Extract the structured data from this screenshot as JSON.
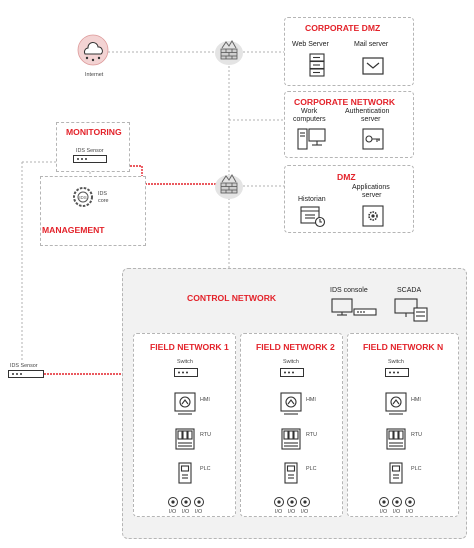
{
  "zones": {
    "corporate_dmz": "CORPORATE DMZ",
    "corporate_network": "CORPORATE NETWORK",
    "dmz": "DMZ",
    "monitoring": "MONITORING",
    "management": "MANAGEMENT",
    "control_network": "CONTROL NETWORK",
    "field1": "FIELD NETWORK 1",
    "field2": "FIELD NETWORK 2",
    "fieldN": "FIELD NETWORK N"
  },
  "nodes": {
    "internet": "Internet",
    "web_server": "Web Server",
    "mail_server": "Mail server",
    "work_computers": [
      "Work",
      "computers"
    ],
    "auth_server": [
      "Authentication",
      "server"
    ],
    "historian": "Historian",
    "app_server": [
      "Applications",
      "server"
    ],
    "ids_sensor": "IDS Sensor",
    "ids_core": [
      "IDS",
      "core"
    ],
    "ids_console": "IDS console",
    "scada": "SCADA",
    "switch": "Switch",
    "hmi": "HMI",
    "rtu": "RTU",
    "plc": "PLC",
    "io": "I/O"
  },
  "colors": {
    "accent": "#e3222a",
    "line": "#b0b0b0",
    "icon": "#333333"
  }
}
